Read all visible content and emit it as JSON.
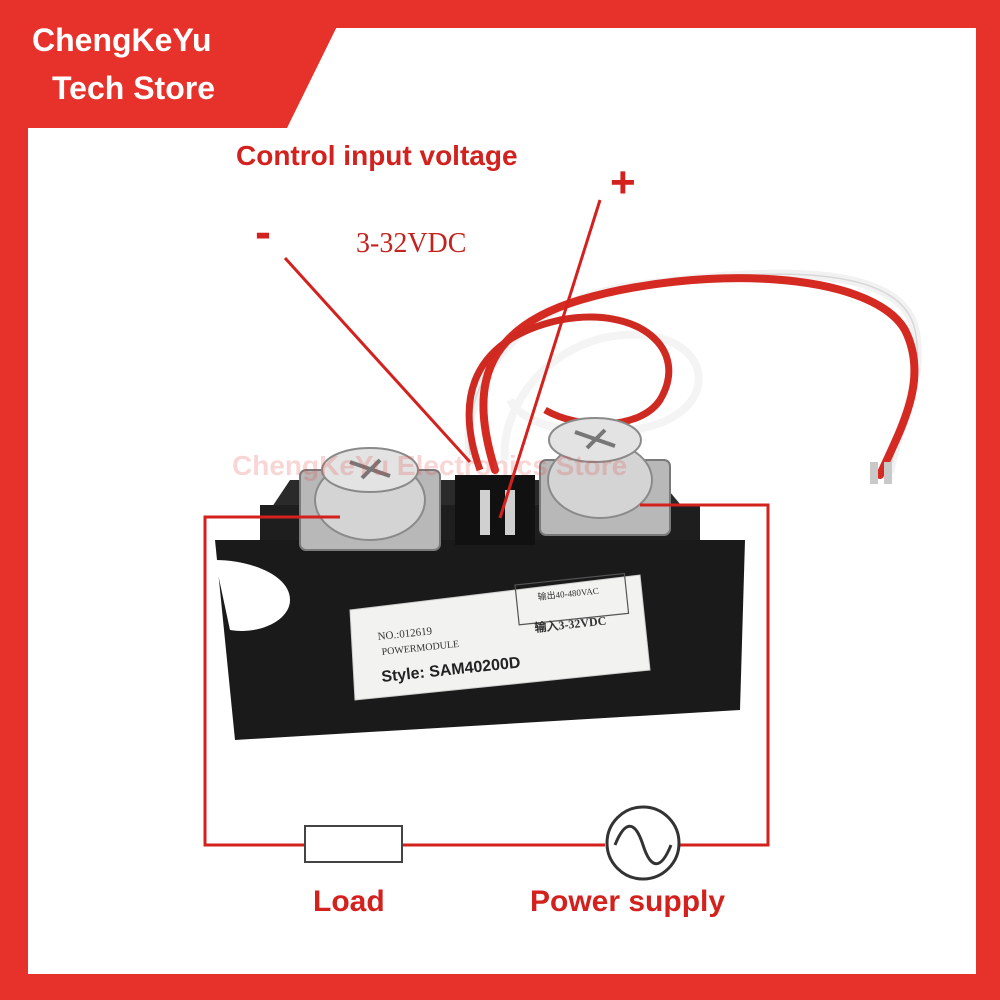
{
  "brand": {
    "line1": "ChengKeYu",
    "line2": "Tech Store",
    "color": "#e6322b"
  },
  "diagram": {
    "control_input_label": "Control input voltage",
    "voltage_range": "3-32VDC",
    "minus_symbol": "-",
    "plus_symbol": "+",
    "load_label": "Load",
    "power_supply_label": "Power supply",
    "ac_symbol": "~",
    "wire_color": "#d3211e"
  },
  "module": {
    "serial": "NO.:012619",
    "type": "POWERMODULE",
    "style_label": "Style: SAM40200D",
    "output_rating": "输出40-480VAC",
    "input_rating": "输入3-32VDC"
  },
  "watermark": "ChengKeYu Electronics Store"
}
